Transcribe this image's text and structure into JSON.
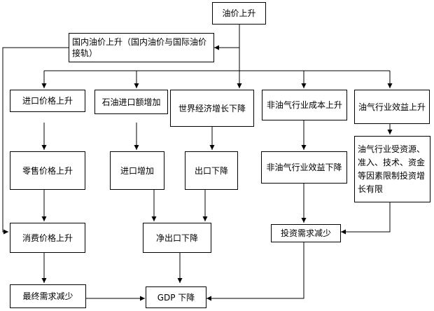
{
  "nodes": {
    "oil_price_up": "油价上升",
    "domestic_oil_up": "国内油价上升（国内油价与国际油价接轨）",
    "import_price_up": "进口价格上升",
    "oil_import_amount_up": "石油进口额增加",
    "world_growth_down": "世界经济增长下降",
    "non_oil_cost_up": "非油气行业成本上升",
    "oil_benefit_up": "油气行业效益上升",
    "retail_price_up": "零售价格上升",
    "import_up": "进口增加",
    "export_down": "出口下降",
    "non_oil_benefit_down": "非油气行业效益下降",
    "oil_constraint": "油气行业受资源、准入、技术、资金等因素限制投资增长有限",
    "consumer_price_up": "消费价格上升",
    "net_export_down": "净出口下降",
    "investment_down": "投资需求减少",
    "final_demand_down": "最终需求减少",
    "gdp_down": "GDP 下降"
  }
}
